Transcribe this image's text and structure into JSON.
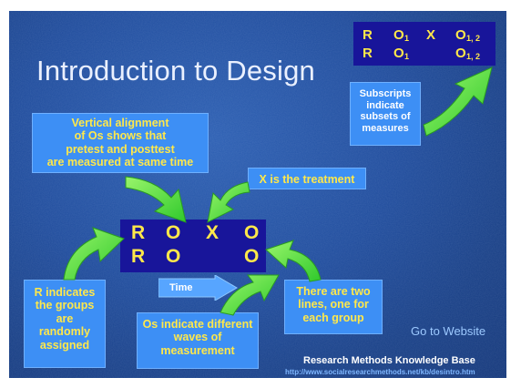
{
  "slide": {
    "title": "Introduction to Design",
    "top_design": {
      "row1": [
        "R",
        "O",
        "1",
        "X",
        "O",
        "1, 2"
      ],
      "row2": [
        "R",
        "O",
        "1",
        "",
        "O",
        "1, 2"
      ]
    },
    "subscripts_note": [
      "Subscripts",
      "indicate",
      "subsets of",
      "measures"
    ],
    "vertical_note": [
      "Vertical alignment",
      "of Os shows that",
      "pretest and posttest",
      "are measured at same time"
    ],
    "treatment_note": "X is the treatment",
    "main_design": {
      "row1": [
        "R",
        "O",
        "X",
        "O"
      ],
      "row2": [
        "R",
        "O",
        "",
        "O"
      ]
    },
    "time_label": "Time",
    "r_note": [
      "R indicates",
      "the groups",
      "are",
      "randomly",
      "assigned"
    ],
    "os_note": [
      "Os indicate different",
      "waves of",
      "measurement"
    ],
    "lines_note": [
      "There are two",
      "lines, one for",
      "each group"
    ],
    "go_link": "Go to Website",
    "footer_title": "Research Methods Knowledge Base",
    "footer_url": "http://www.socialresearchmethods.net/kb/desintro.htm",
    "colors": {
      "background": "#1f4c9d",
      "note_fill": "#3d8ff5",
      "grid_fill": "#18159a",
      "grid_text": "#ffe84a",
      "arrow_green": "#57e63a"
    }
  }
}
